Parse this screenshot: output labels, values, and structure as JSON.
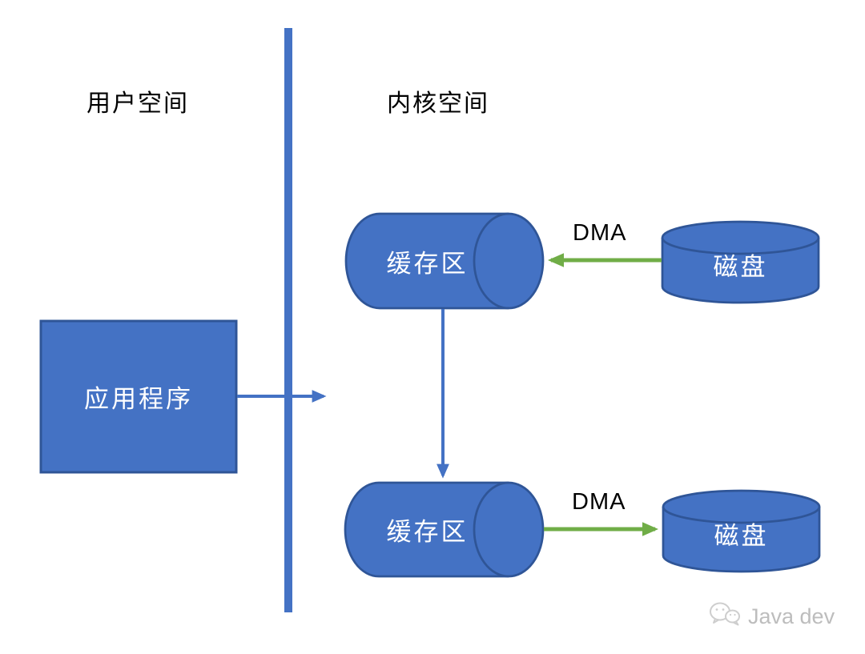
{
  "regions": {
    "user_space": {
      "label": "用户空间"
    },
    "kernel_space": {
      "label": "内核空间"
    }
  },
  "nodes": {
    "application": {
      "label": "应用程序",
      "shape": "rectangle"
    },
    "buffer_top": {
      "label": "缓存区",
      "shape": "horizontal-cylinder"
    },
    "buffer_bottom": {
      "label": "缓存区",
      "shape": "horizontal-cylinder"
    },
    "disk_top": {
      "label": "磁盘",
      "shape": "disk-cylinder"
    },
    "disk_bottom": {
      "label": "磁盘",
      "shape": "disk-cylinder"
    }
  },
  "arrows": [
    {
      "id": "app-into-kernel",
      "from": "application",
      "to": "kernel_space",
      "direction": "right",
      "color": "#4472C4",
      "label": ""
    },
    {
      "id": "disk-to-buffer-dma",
      "from": "disk_top",
      "to": "buffer_top",
      "direction": "left",
      "color": "#70AD47",
      "label": "DMA"
    },
    {
      "id": "buffer-top-to-buffer-bottom",
      "from": "buffer_top",
      "to": "buffer_bottom",
      "direction": "down",
      "color": "#4472C4",
      "label": ""
    },
    {
      "id": "buffer-to-disk-dma",
      "from": "buffer_bottom",
      "to": "disk_bottom",
      "direction": "right",
      "color": "#70AD47",
      "label": "DMA"
    }
  ],
  "divider": {
    "between": [
      "用户空间",
      "内核空间"
    ],
    "color": "#4472C4"
  },
  "colors": {
    "shape_fill": "#4472C4",
    "shape_border": "#2F5597",
    "blue_arrow": "#4472C4",
    "green_arrow": "#70AD47",
    "region_text": "#000000",
    "node_text": "#FFFFFF",
    "watermark_text": "#BDBDBD",
    "background": "#FFFFFF"
  },
  "watermark": {
    "icon": "wechat-icon",
    "label": "Java dev"
  }
}
